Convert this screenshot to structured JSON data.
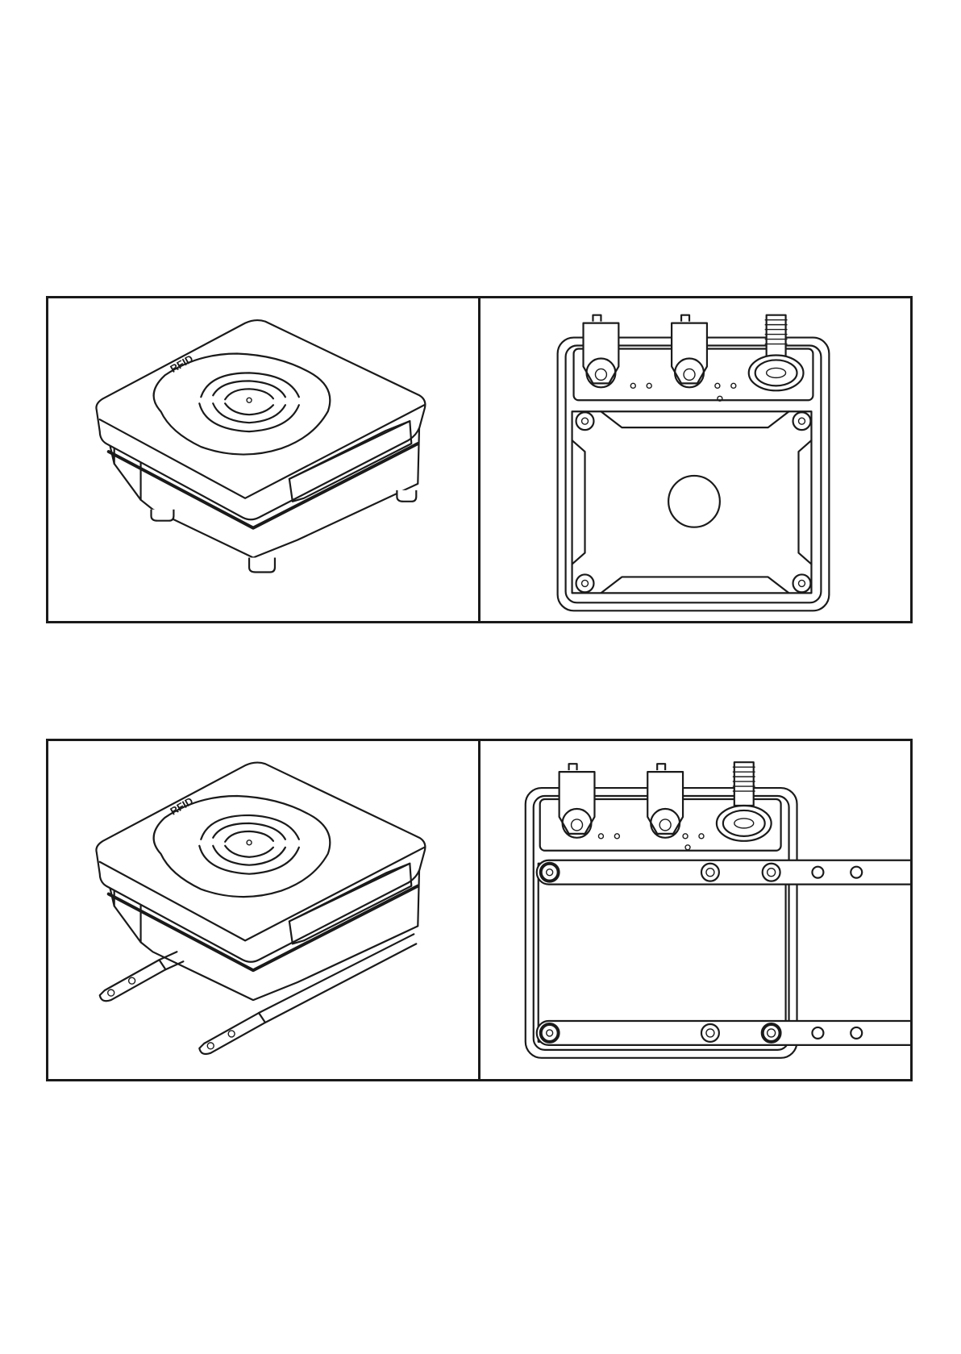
{
  "figures": [
    {
      "name": "reader-without-brackets",
      "views": [
        {
          "view": "isometric",
          "logo_text": "RFID"
        },
        {
          "view": "bottom"
        }
      ]
    },
    {
      "name": "reader-with-mounting-brackets",
      "views": [
        {
          "view": "isometric",
          "logo_text": "RFID"
        },
        {
          "view": "bottom"
        }
      ]
    }
  ],
  "colors": {
    "line": "#1a1a1a",
    "background": "#ffffff"
  }
}
